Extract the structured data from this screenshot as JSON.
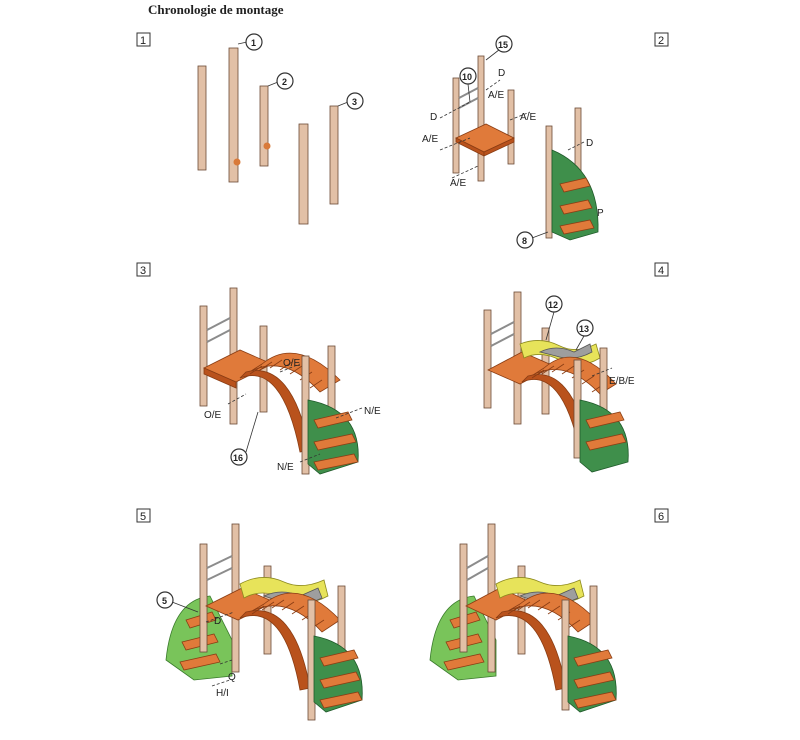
{
  "title": "Chronologie de montage",
  "steps": {
    "s1": {
      "number": "1",
      "callouts": [
        "1",
        "2",
        "3"
      ],
      "labels": []
    },
    "s2": {
      "number": "2",
      "callouts": [
        "15",
        "10",
        "8"
      ],
      "labels": [
        "D",
        "A/E",
        "D",
        "A/E",
        "A/E",
        "A/E",
        "D",
        "P"
      ]
    },
    "s3": {
      "number": "3",
      "callouts": [
        "16"
      ],
      "labels": [
        "O/E",
        "O/E",
        "N/E",
        "N/E"
      ]
    },
    "s4": {
      "number": "4",
      "callouts": [
        "12",
        "13"
      ],
      "labels": [
        "E/B/E"
      ]
    },
    "s5": {
      "number": "5",
      "callouts": [
        "5"
      ],
      "labels": [
        "D",
        "Q",
        "H/I"
      ]
    },
    "s6": {
      "number": "6",
      "callouts": [],
      "labels": []
    }
  }
}
